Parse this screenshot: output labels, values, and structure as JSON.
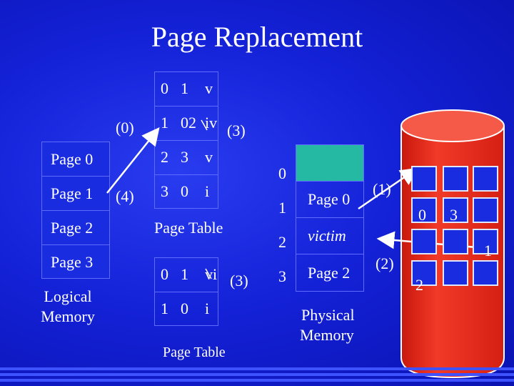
{
  "title": "Page Replacement",
  "logical_memory": {
    "pages": [
      "Page 0",
      "Page 1",
      "Page 2",
      "Page 3"
    ],
    "label_line1": "Logical",
    "label_line2": "Memory"
  },
  "page_table_1": {
    "rows": [
      {
        "frame": "0",
        "index": "1",
        "bit": "v"
      },
      {
        "frame": "1",
        "index": "02",
        "bit": "iv"
      },
      {
        "frame": "2",
        "index": "3",
        "bit": "v"
      },
      {
        "frame": "3",
        "index": "0",
        "bit": "i"
      }
    ],
    "label": "Page Table"
  },
  "page_table_2": {
    "rows": [
      {
        "frame": "0",
        "index": "1",
        "bit": "vi"
      },
      {
        "frame": "1",
        "index": "0",
        "bit": "i"
      }
    ],
    "label": "Page Table"
  },
  "physical_memory": {
    "frames": [
      "0",
      "1",
      "2",
      "3"
    ],
    "contents": [
      "",
      "Page 0",
      "victim",
      "Page 2"
    ],
    "label_line1": "Physical",
    "label_line2": "Memory"
  },
  "steps": {
    "s0": "(0)",
    "s1": "(1)",
    "s2": "(2)",
    "s3a": "(3)",
    "s3b": "(3)",
    "s4": "(4)"
  },
  "disk": {
    "numbers": [
      "0",
      "3",
      "1",
      "2"
    ],
    "fill_color": "#ee2a1a",
    "square_color": "#1a2cdf"
  }
}
